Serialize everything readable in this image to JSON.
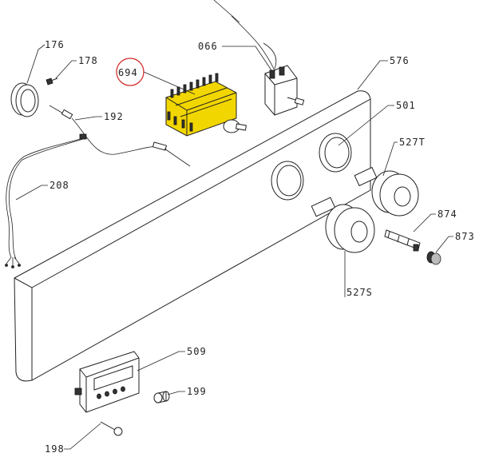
{
  "diagram": {
    "highlight_color": "#f2d600",
    "callout_color": "#d22222",
    "labels": {
      "l176": "176",
      "l178": "178",
      "l694": "694",
      "l066": "066",
      "l576": "576",
      "l192": "192",
      "l501": "501",
      "l527t": "527T",
      "l208": "208",
      "l874": "874",
      "l873": "873",
      "l527s": "527S",
      "l509": "509",
      "l199": "199",
      "l198": "198"
    }
  }
}
